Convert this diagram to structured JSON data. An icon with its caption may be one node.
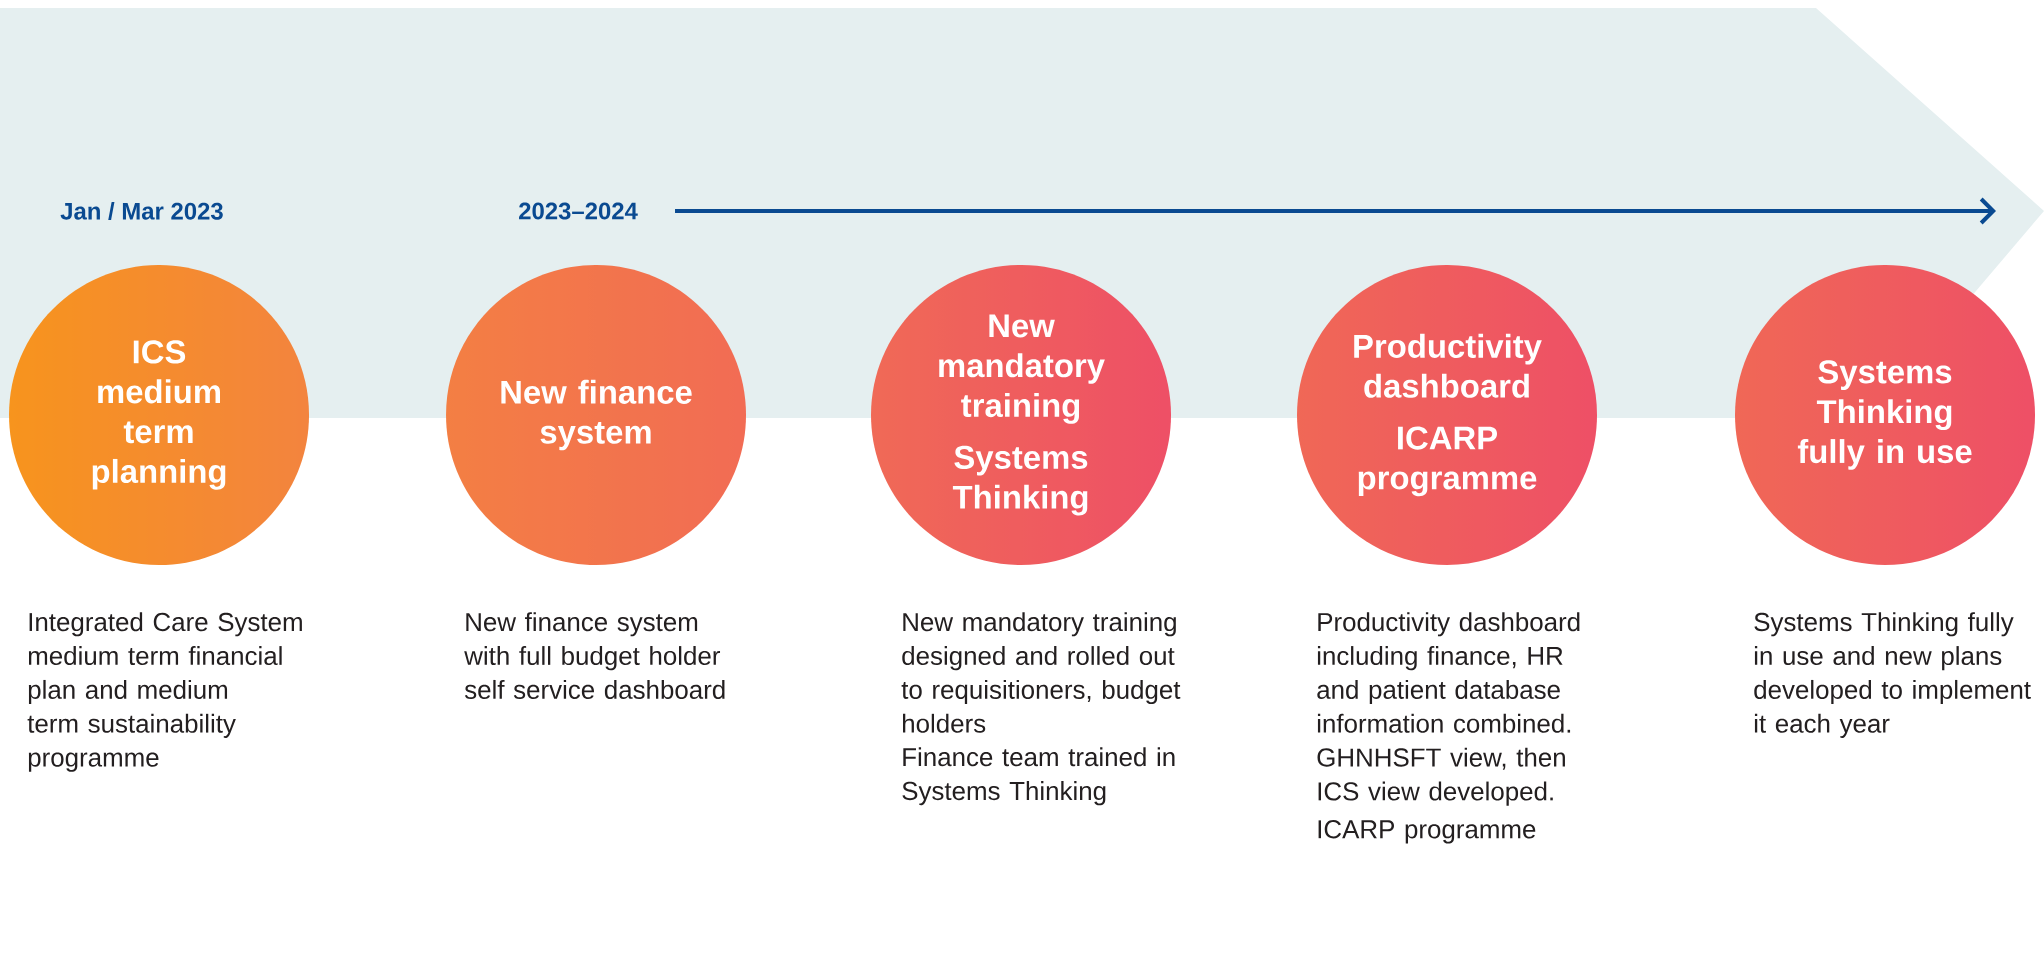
{
  "diagram": {
    "nodes": [
      {
        "text": [
          "ICS medium term planning"
        ]
      },
      {
        "text": [
          "New finance system"
        ]
      },
      {
        "text": [
          "New mandatory training",
          "Systems Thinking"
        ]
      },
      {
        "text": [
          "Productivity dashboard",
          "ICARP programme"
        ]
      },
      {
        "text": [
          "Systems Thinking fully in use"
        ]
      }
    ],
    "labels": [
      "Jan / Mar 2023",
      "2023–2024",
      "Integrated Care System medium term financial plan and medium term sustainability programme",
      "New finance system with full budget holder self service dashboard",
      "New mandatory training designed and rolled out to requisitioners, budget holders",
      "Finance team trained in Systems Thinking",
      "Productivity dashboard including finance, HR and patient database information combined. GHNHSFT view, then ICS view developed.",
      "ICARP programme",
      "Systems Thinking fully in use and new plans developed to implement it each year"
    ]
  }
}
